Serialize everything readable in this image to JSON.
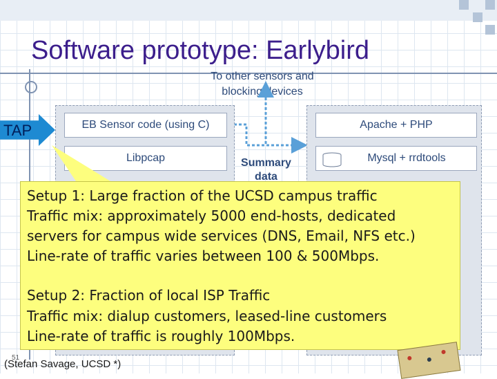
{
  "slide": {
    "title": "Software prototype: Earlybird",
    "top_note_line1": "To other sensors and",
    "top_note_line2": "blocking devices",
    "tap_label": "TAP",
    "summary_line1": "Summary",
    "summary_line2": "data",
    "credit": "(Stefan Savage, UCSD *)",
    "page_number": "51"
  },
  "left_stack": {
    "boxes": [
      "EB Sensor code (using C)",
      "Libpcap"
    ]
  },
  "right_stack": {
    "boxes": [
      "Apache + PHP",
      "Mysql + rrdtools"
    ]
  },
  "callout": {
    "setup1_title": "Setup 1: Large fraction of the UCSD campus traffic",
    "setup1_line1": "Traffic mix: approximately 5000 end-hosts, dedicated",
    "setup1_line2": "servers for campus wide services (DNS, Email, NFS etc.)",
    "setup1_line3": "Line-rate of traffic varies between 100 & 500Mbps.",
    "setup2_title": "Setup 2: Fraction of local ISP Traffic",
    "setup2_line1": "Traffic mix: dialup customers, leased-line customers",
    "setup2_line2": "Line-rate of traffic is roughly 100Mbps."
  },
  "colors": {
    "title": "#3c1e8c",
    "tap_arrow": "#1e8ad2",
    "callout_fill": "#fdfe7e",
    "flow_arrow": "#5aa0d8"
  }
}
